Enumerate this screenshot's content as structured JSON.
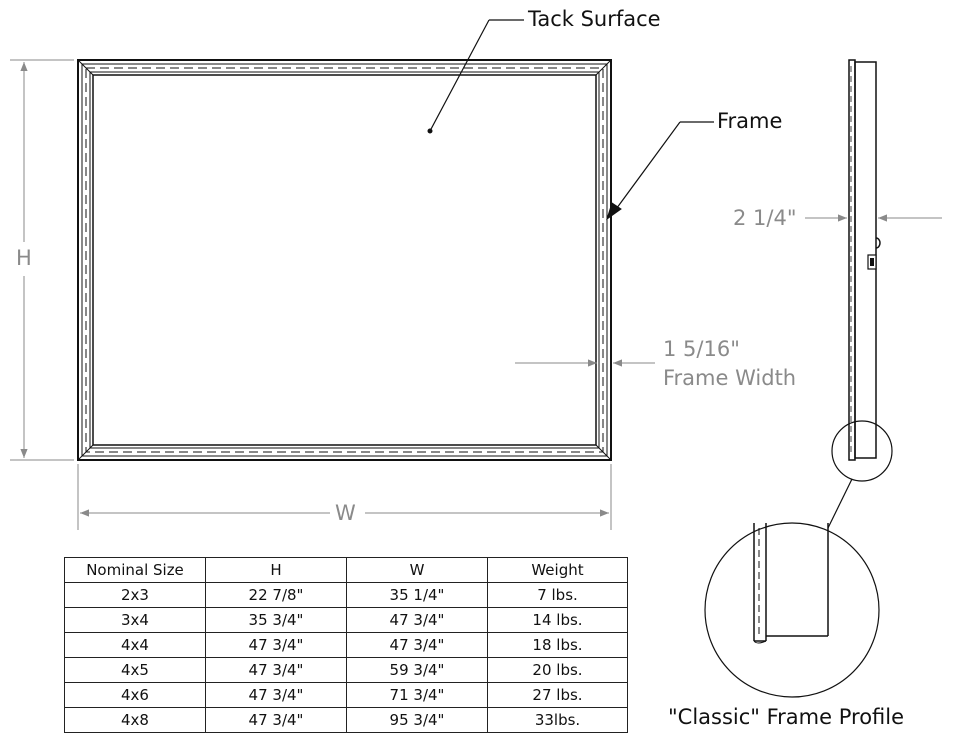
{
  "labels": {
    "tack_surface": "Tack  Surface",
    "frame": "Frame",
    "height_dim": "H",
    "width_dim": "W",
    "depth": "2 1/4\"",
    "frame_width_value": "1 5/16\"",
    "frame_width_label": "Frame Width",
    "profile_caption": "\"Classic\" Frame Profile"
  },
  "table": {
    "headers": [
      "Nominal Size",
      "H",
      "W",
      "Weight"
    ],
    "rows": [
      [
        "2x3",
        "22 7/8\"",
        "35 1/4\"",
        "7 lbs."
      ],
      [
        "3x4",
        "35 3/4\"",
        "47 3/4\"",
        "14 lbs."
      ],
      [
        "4x4",
        "47 3/4\"",
        "47 3/4\"",
        "18 lbs."
      ],
      [
        "4x5",
        "47 3/4\"",
        "59 3/4\"",
        "20 lbs."
      ],
      [
        "4x6",
        "47 3/4\"",
        "71 3/4\"",
        "27 lbs."
      ],
      [
        "4x8",
        "47 3/4\"",
        "95 3/4\"",
        "33lbs."
      ]
    ]
  }
}
